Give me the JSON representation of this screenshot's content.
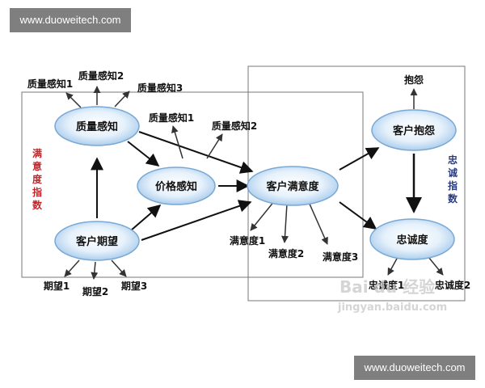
{
  "watermarks": {
    "top_banner": "www.duoweitech.com",
    "bottom_banner": "www.duoweitech.com",
    "baidu_logo": "Bai du 经验",
    "baidu_url": "jingyan.baidu.com"
  },
  "nodes": {
    "quality": "质量感知",
    "price": "价格感知",
    "expectation": "客户期望",
    "satisfaction": "客户满意度",
    "complaint": "客户抱怨",
    "loyalty": "忠诚度"
  },
  "outputs": {
    "quality": [
      "质量感知1",
      "质量感知2",
      "质量感知3"
    ],
    "price": [
      "质量感知1",
      "质量感知2"
    ],
    "expectation": [
      "期望1",
      "期望2",
      "期望3"
    ],
    "satisfaction": [
      "满意度1",
      "满意度2",
      "满意度3"
    ],
    "complaint": [
      "抱怨"
    ],
    "loyalty": [
      "忠诚度1",
      "忠诚度2"
    ]
  },
  "groups": {
    "satisfaction_index": [
      "满",
      "意",
      "度",
      "指",
      "数"
    ],
    "loyalty_index": [
      "忠",
      "诚",
      "指",
      "数"
    ]
  },
  "colors": {
    "satisfaction_index_label": "#c0272d",
    "loyalty_index_label": "#2a3a7a",
    "node_fill_center": "#ffffff",
    "node_fill_edge": "#9fc6ea",
    "node_stroke": "#7aa8d4",
    "arrow": "#111111"
  }
}
